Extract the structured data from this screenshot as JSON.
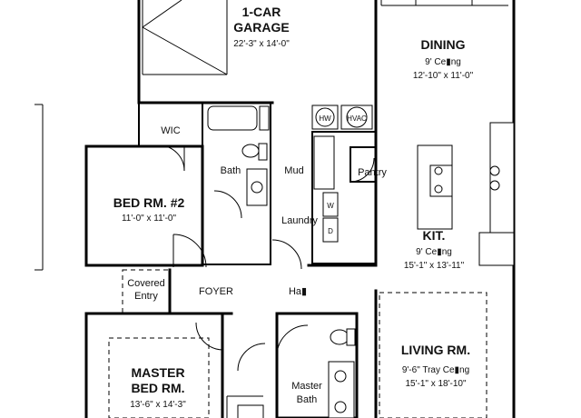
{
  "rooms": {
    "garage": {
      "name_line1": "1-CAR",
      "name_line2": "GARAGE",
      "dims": "22'-3\" x 14'-0\""
    },
    "dining": {
      "name": "DINING",
      "ceiling": "9' Ce▮ng",
      "dims": "12'-10\" x 11'-0\""
    },
    "bedroom2": {
      "name": "BED RM. #2",
      "dims": "11'-0\" x 11'-0\""
    },
    "wic": {
      "name": "WIC"
    },
    "bath": {
      "name": "Bath"
    },
    "mud": {
      "name": "Mud"
    },
    "pantry": {
      "name": "Pantry"
    },
    "laundry": {
      "name": "Laundry"
    },
    "kitchen": {
      "name": "KIT.",
      "ceiling": "9' Ce▮ng",
      "dims": "15'-1\" x 13'-11\""
    },
    "covered_entry": {
      "name_line1": "Covered",
      "name_line2": "Entry"
    },
    "foyer": {
      "name": "FOYER"
    },
    "hall": {
      "name": "Ha▮"
    },
    "living": {
      "name": "LIVING RM.",
      "ceiling": "9'-6\" Tray Ce▮ng",
      "dims": "15'-1\" x 18'-10\""
    },
    "master_bed": {
      "name_line1": "MASTER",
      "name_line2": "BED RM.",
      "dims": "13'-6\" x 14'-3\""
    },
    "master_bath": {
      "name_line1": "Master",
      "name_line2": "Bath"
    }
  },
  "fixtures": {
    "water_heater": "HW",
    "hvac": "HVAC",
    "washer": "W",
    "dryer": "D"
  }
}
